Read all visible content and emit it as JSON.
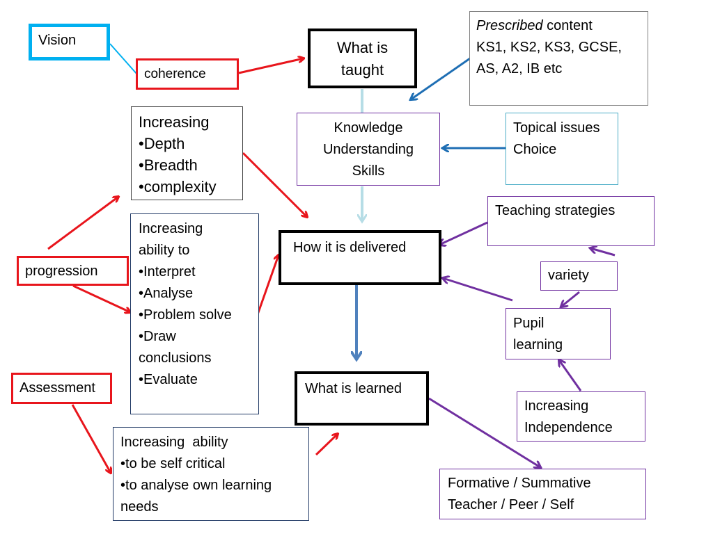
{
  "vision": {
    "label": "Vision"
  },
  "coherence": {
    "label": "coherence"
  },
  "what_taught": {
    "lines": [
      "What is",
      "taught"
    ]
  },
  "prescribed": {
    "italic_word": "Prescribed",
    "first_rest": " content",
    "lines": [
      "KS1, KS2, KS3, GCSE,",
      "AS, A2, IB etc"
    ]
  },
  "knowledge": {
    "lines": [
      "Knowledge",
      "Understanding",
      "Skills"
    ]
  },
  "topical": {
    "lines": [
      "Topical issues",
      "Choice"
    ]
  },
  "increasing_depth": {
    "heading": "Increasing",
    "bullets": [
      "Depth",
      "Breadth",
      "complexity"
    ]
  },
  "increasing_ability": {
    "lines": [
      "Increasing",
      "ability to"
    ],
    "bullets": [
      "Interpret",
      "Analyse",
      "Problem solve",
      "Draw"
    ],
    "continuation": "conclusions",
    "last_bullet": "Evaluate"
  },
  "progression": {
    "label": "progression"
  },
  "how_delivered": {
    "label": "How it is delivered"
  },
  "teaching_strategies": {
    "label": "Teaching strategies"
  },
  "variety": {
    "label": "variety"
  },
  "pupil_learning": {
    "lines": [
      "Pupil",
      "learning"
    ]
  },
  "assessment": {
    "label": "Assessment"
  },
  "what_learned": {
    "label": "What is learned"
  },
  "increasing_independence": {
    "lines": [
      "Increasing",
      "Independence"
    ]
  },
  "self_critical": {
    "heading": "Increasing  ability",
    "bullets": [
      "to be self critical",
      "to analyse own learning"
    ],
    "continuation": "needs"
  },
  "formative": {
    "lines": [
      "Formative / Summative",
      "Teacher / Peer / Self"
    ]
  },
  "colors": {
    "red": "#e8151c",
    "blue_dark": "#1f6fb4",
    "blue_light": "#b6dde6",
    "purple": "#7030a0",
    "navy_border": "#1f3864",
    "vision_border": "#00b0f0",
    "topical_border": "#4aacc6",
    "gray_border": "#7f7f7f",
    "black": "#000000"
  }
}
